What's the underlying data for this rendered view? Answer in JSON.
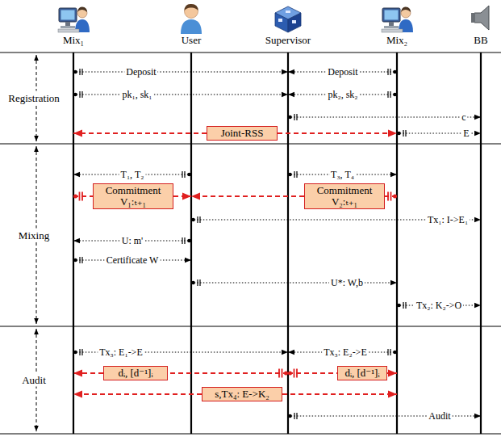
{
  "diagram": {
    "nodes": [
      {
        "text": [
          "Mix₁"
        ]
      },
      {
        "text": [
          "User"
        ]
      },
      {
        "text": [
          "Supervisor"
        ]
      },
      {
        "text": [
          "Mix₂"
        ]
      },
      {
        "text": [
          "BB"
        ]
      },
      {
        "text": [
          "Joint-RSS"
        ]
      },
      {
        "text": [
          "Commitment V₁:ₜ₊₁"
        ]
      },
      {
        "text": [
          "Commitment V₂:ₜ₊₁"
        ]
      },
      {
        "text": [
          "dᵢ, [d⁻¹]ᵢ"
        ]
      },
      {
        "text": [
          "dᵢ, [d⁻¹]ᵢ"
        ]
      },
      {
        "text": [
          "s,Tx₄: E->K₂"
        ]
      }
    ],
    "edges": [
      {
        "from": 0,
        "to": 2,
        "arrow": "to",
        "label": "Deposit"
      },
      {
        "from": 3,
        "to": 2,
        "arrow": "to",
        "label": "Deposit"
      },
      {
        "from": 0,
        "to": 2,
        "arrow": "to",
        "label": "pk₁, sk₁"
      },
      {
        "from": 3,
        "to": 2,
        "arrow": "to",
        "label": "pk₂, sk₂"
      },
      {
        "from": 2,
        "to": 4,
        "arrow": "to",
        "label": "c"
      },
      {
        "from": 5,
        "to": 0,
        "arrow": "to"
      },
      {
        "from": 5,
        "to": 3,
        "arrow": "to"
      },
      {
        "from": 3,
        "to": 4,
        "arrow": "to",
        "label": "E"
      },
      {
        "from": 1,
        "to": 0,
        "arrow": "to",
        "label": "T₁, T₂"
      },
      {
        "from": 2,
        "to": 3,
        "arrow": "to",
        "label": "T₃, T₄"
      },
      {
        "from": 0,
        "to": 6,
        "arrow": "none"
      },
      {
        "from": 6,
        "to": 1,
        "arrow": "to"
      },
      {
        "from": 3,
        "to": 7,
        "arrow": "none"
      },
      {
        "from": 7,
        "to": 1,
        "arrow": "to"
      },
      {
        "from": 1,
        "to": 4,
        "arrow": "to",
        "label": "Tx₁: I->E₁"
      },
      {
        "from": 1,
        "to": 0,
        "arrow": "to",
        "label": "U: m'"
      },
      {
        "from": 0,
        "to": 1,
        "arrow": "to",
        "label": "Certificate W"
      },
      {
        "from": 1,
        "to": 3,
        "arrow": "to",
        "label": "U*: W,b"
      },
      {
        "from": 3,
        "to": 4,
        "arrow": "to",
        "label": "Tx₂: K₂->O"
      },
      {
        "from": 0,
        "to": 2,
        "arrow": "to",
        "label": "Tx₃: E₁->E"
      },
      {
        "from": 3,
        "to": 2,
        "arrow": "to",
        "label": "Tx₃: E₂->E"
      },
      {
        "from": 8,
        "to": 0,
        "arrow": "to"
      },
      {
        "from": 2,
        "to": 8,
        "arrow": "none"
      },
      {
        "from": 2,
        "to": 9,
        "arrow": "none"
      },
      {
        "from": 9,
        "to": 3,
        "arrow": "to"
      },
      {
        "from": 10,
        "to": 0,
        "arrow": "to"
      },
      {
        "from": 10,
        "to": 3,
        "arrow": "to"
      },
      {
        "from": 2,
        "to": 4,
        "arrow": "to",
        "label": "Audit"
      }
    ],
    "labels": [
      "Registration",
      "Mixing",
      "Audit"
    ]
  }
}
